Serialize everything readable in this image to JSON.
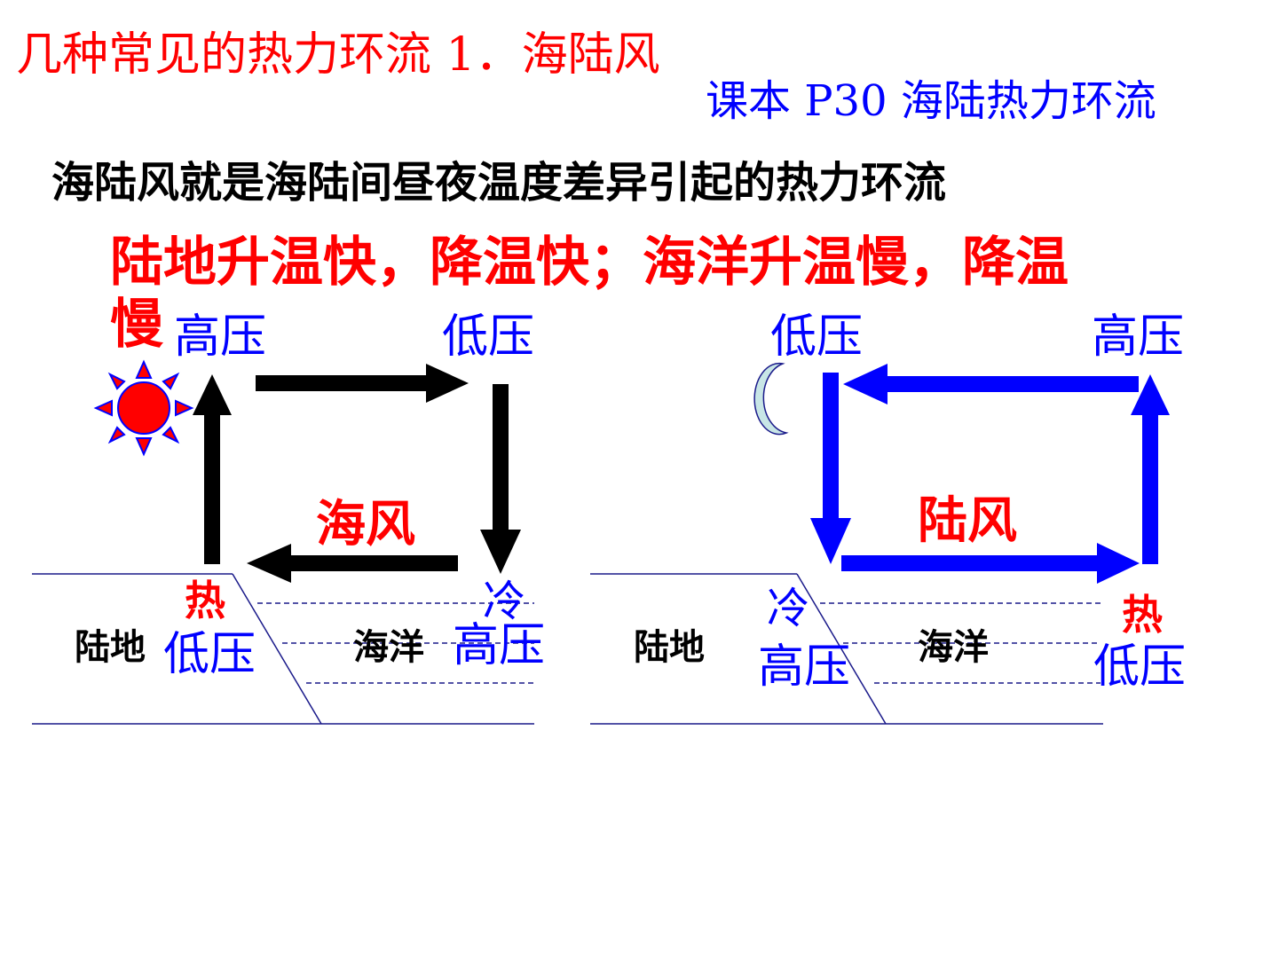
{
  "slide": {
    "title": "几种常见的热力环流  1．海陆风",
    "reference": "课本 P30 海陆热力环流",
    "definition": "海陆风就是海陆间昼夜温度差异引起的热力环流",
    "note_line1": "陆地升温快，降温快；海洋升温慢，降温",
    "note_line2": "慢"
  },
  "day": {
    "upper_left": "高压",
    "upper_right": "低压",
    "wind": "海风",
    "land_temp": "热",
    "land_pressure": "低压",
    "sea_temp": "冷",
    "sea_pressure": "高压",
    "land": "陆地",
    "sea": "海洋"
  },
  "night": {
    "upper_left": "低压",
    "upper_right": "高压",
    "wind": "陆风",
    "land_temp": "冷",
    "land_pressure": "高压",
    "sea_temp": "热",
    "sea_pressure": "低压",
    "land": "陆地",
    "sea": "海洋"
  },
  "colors": {
    "title": "#ff0000",
    "reference": "#0000ff",
    "pressure": "#0000ff",
    "day_arrows": "#000000",
    "night_arrows": "#0000ff",
    "sun": "#ff0000",
    "moon": "#c8e6e6"
  },
  "icons": [
    "sun-icon",
    "moon-icon"
  ]
}
